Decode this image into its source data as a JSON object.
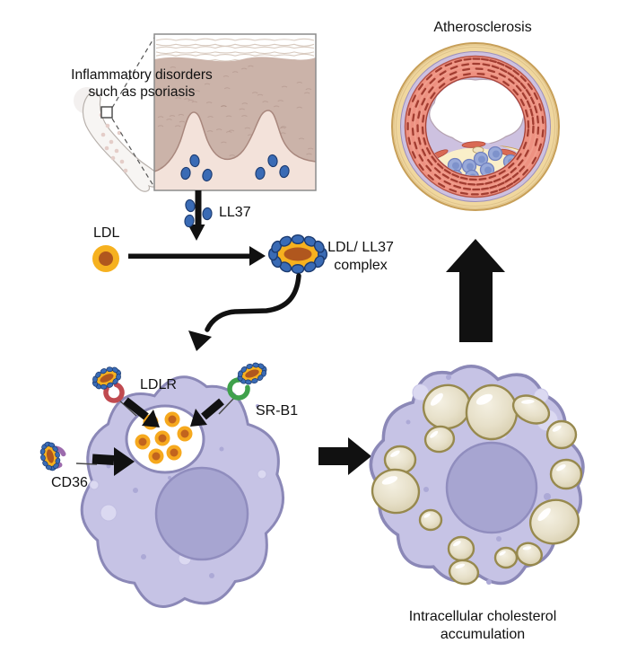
{
  "labels": {
    "inflammatory": "Inflammatory disorders\nsuch as psoriasis",
    "ll37": "LL37",
    "ldl": "LDL",
    "complex": "LDL/ LL37\ncomplex",
    "atherosclerosis": "Atherosclerosis",
    "ldlr": "LDLR",
    "srb1": "SR-B1",
    "cd36": "CD36",
    "accumulation": "Intracellular cholesterol\naccumulation"
  },
  "colors": {
    "text": "#111111",
    "arrow": "#111111",
    "ll37_peptide": "#3A6BB5",
    "ll37_peptide_border": "#1C3B70",
    "ldl_outer": "#F6B11F",
    "ldl_core": "#B0571E",
    "cell_body": "#C6C3E5",
    "cell_membrane": "#8B88B7",
    "nucleus": "#A7A5D1",
    "nucleus_border": "#908DBE",
    "vesicle_fill": "#FFFFFF",
    "lipid_fill": "#E7E0C9",
    "lipid_border": "#97894E",
    "ldlr_receptor": "#C04A50",
    "srb1_receptor": "#3FA14B",
    "cd36_receptor": "#9C6BAD",
    "vessel_adventitia": "#F0D79E",
    "vessel_adventitia_line": "#C79F58",
    "vessel_media": "#EE9181",
    "vessel_media_dash": "#A23D31",
    "vessel_intima": "#CDC1E0",
    "plaque": "#FAEFC9",
    "plaque_cap_streak": "#D96A55",
    "plaque_cell_blue": "#98A9D9",
    "plaque_cell_green": "#52B07F",
    "skin_epidermis": "#CBB3A9",
    "skin_dermis": "#F3E2DA",
    "skin_line": "#A8877D"
  }
}
